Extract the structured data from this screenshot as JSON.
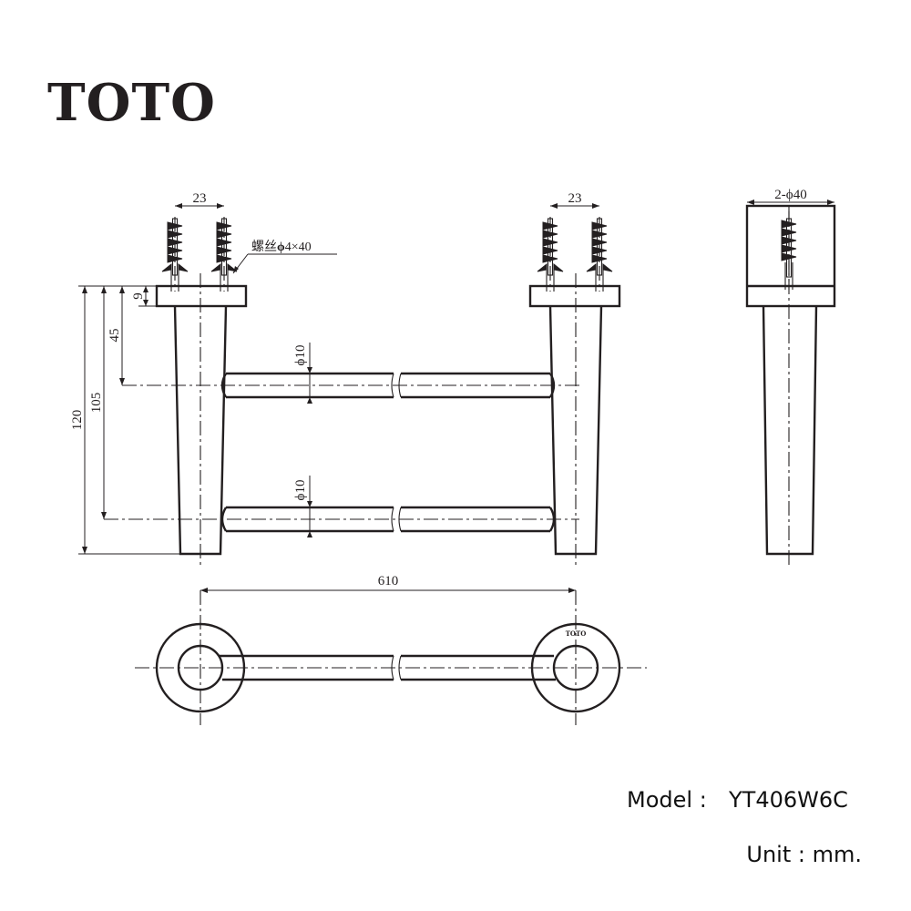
{
  "brand": "TOTO",
  "dimensions": {
    "anchor_spacing_left": "23",
    "anchor_spacing_right": "23",
    "screw_spec": "螺丝ϕ4×40",
    "screw_spec_prefix": "螺丝",
    "screw_spec_value": "4×40",
    "base_thickness": "9",
    "top_rod_height": "45",
    "lower_rod_height": "105",
    "overall_height": "120",
    "rod_diameter_top": "ϕ10",
    "rod_diameter_bottom": "ϕ10",
    "overall_length": "610",
    "base_diameter": "2-ϕ40"
  },
  "plate_mark": "TOTO",
  "model_label": "Model :",
  "model_value": "YT406W6C",
  "unit_label": "Unit : mm."
}
